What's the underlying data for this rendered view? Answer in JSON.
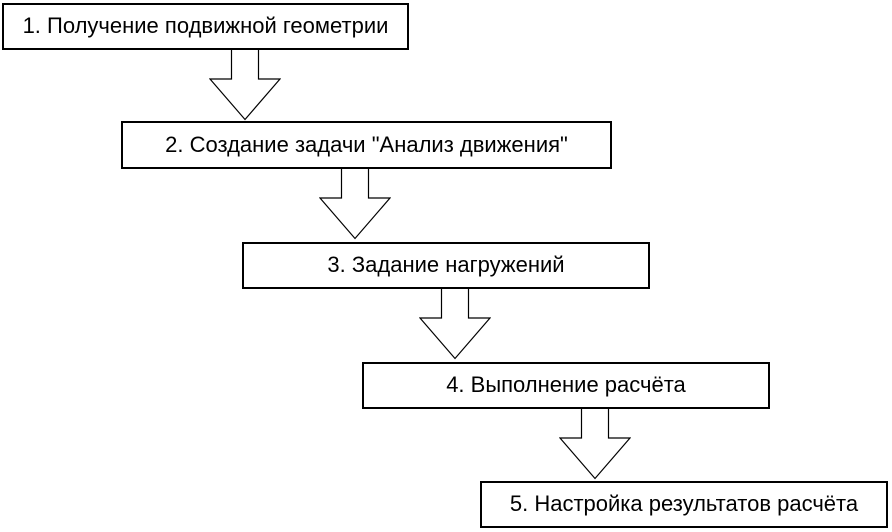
{
  "diagram": {
    "type": "flowchart",
    "direction": "top-left to bottom-right, sequential",
    "steps": [
      {
        "label": "1. Получение подвижной геометрии"
      },
      {
        "label": "2. Создание задачи \"Анализ движения\""
      },
      {
        "label": "3. Задание нагружений"
      },
      {
        "label": "4. Выполнение расчёта"
      },
      {
        "label": "5. Настройка результатов расчёта"
      }
    ],
    "connections": [
      {
        "from": 1,
        "to": 2
      },
      {
        "from": 2,
        "to": 3
      },
      {
        "from": 3,
        "to": 4
      },
      {
        "from": 4,
        "to": 5
      }
    ],
    "colors": {
      "background": "#ffffff",
      "box_fill": "#ffffff",
      "stroke": "#000000",
      "text": "#000000"
    }
  }
}
